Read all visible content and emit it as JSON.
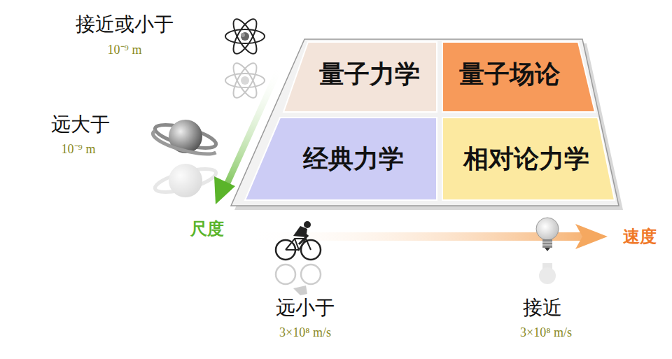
{
  "diagram": {
    "nodes": [
      {
        "text": [
          "量子力学"
        ]
      },
      {
        "text": [
          "量子场论"
        ]
      },
      {
        "text": [
          "经典力学"
        ]
      },
      {
        "text": [
          "相对论力学"
        ]
      }
    ],
    "labels": [
      "接近或小于",
      "10⁻⁹ m",
      "远大于",
      "10⁻⁹ m",
      "尺度",
      "速度",
      "远小于",
      "3×10⁸ m/s",
      "接近",
      "3×10⁸ m/s"
    ]
  }
}
